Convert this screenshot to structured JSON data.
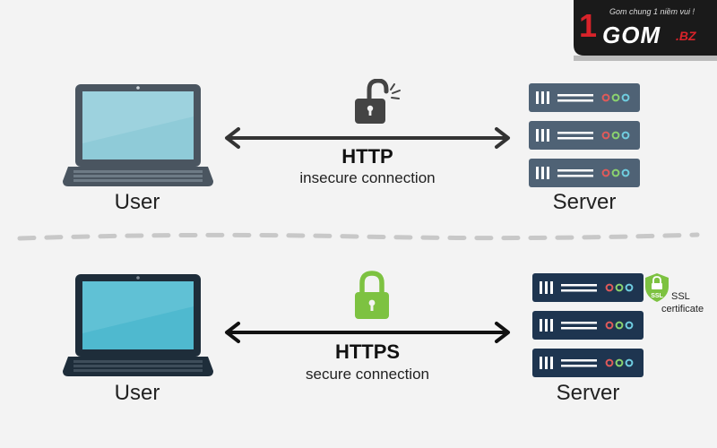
{
  "top": {
    "client_label": "User",
    "server_label": "Server",
    "protocol": "HTTP",
    "description": "insecure connection"
  },
  "bottom": {
    "client_label": "User",
    "server_label": "Server",
    "protocol": "HTTPS",
    "description": "secure connection",
    "badge_text": "SSL",
    "badge_caption_line1": "SSL",
    "badge_caption_line2": "certificate"
  },
  "watermark": {
    "brand": "1GOM",
    "suffix": ".BZ",
    "tagline": "Gom chung 1 niềm vui !"
  },
  "colors": {
    "laptop_frame": "#4a5560",
    "screen_top": "#8fcbd8",
    "server_rack": "#4f6275",
    "server_rack_dark": "#1e3550",
    "lock_insecure": "#444444",
    "lock_secure": "#7dc241",
    "arrow": "#333333",
    "divider": "#c8c8c8",
    "logo_red": "#d8232a"
  },
  "icons": {
    "top_lock": "unlocked-padlock-icon",
    "bottom_lock": "locked-padlock-icon",
    "badge": "ssl-shield-icon"
  }
}
